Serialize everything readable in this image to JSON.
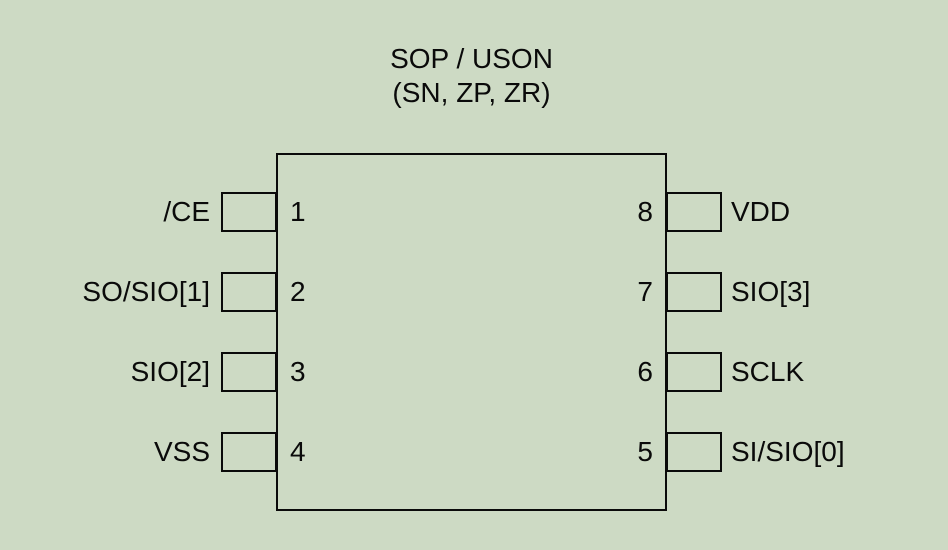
{
  "title": {
    "line1": "SOP / USON",
    "line2": "(SN, ZP, ZR)"
  },
  "chip": {
    "left_pins": [
      {
        "number": "1",
        "label": "/CE"
      },
      {
        "number": "2",
        "label": "SO/SIO[1]"
      },
      {
        "number": "3",
        "label": "SIO[2]"
      },
      {
        "number": "4",
        "label": "VSS"
      }
    ],
    "right_pins": [
      {
        "number": "8",
        "label": "VDD"
      },
      {
        "number": "7",
        "label": "SIO[3]"
      },
      {
        "number": "6",
        "label": "SCLK"
      },
      {
        "number": "5",
        "label": "SI/SIO[0]"
      }
    ]
  },
  "colors": {
    "background": "#cddac4",
    "line": "#0a0a0a",
    "text": "#0a0a0a"
  }
}
